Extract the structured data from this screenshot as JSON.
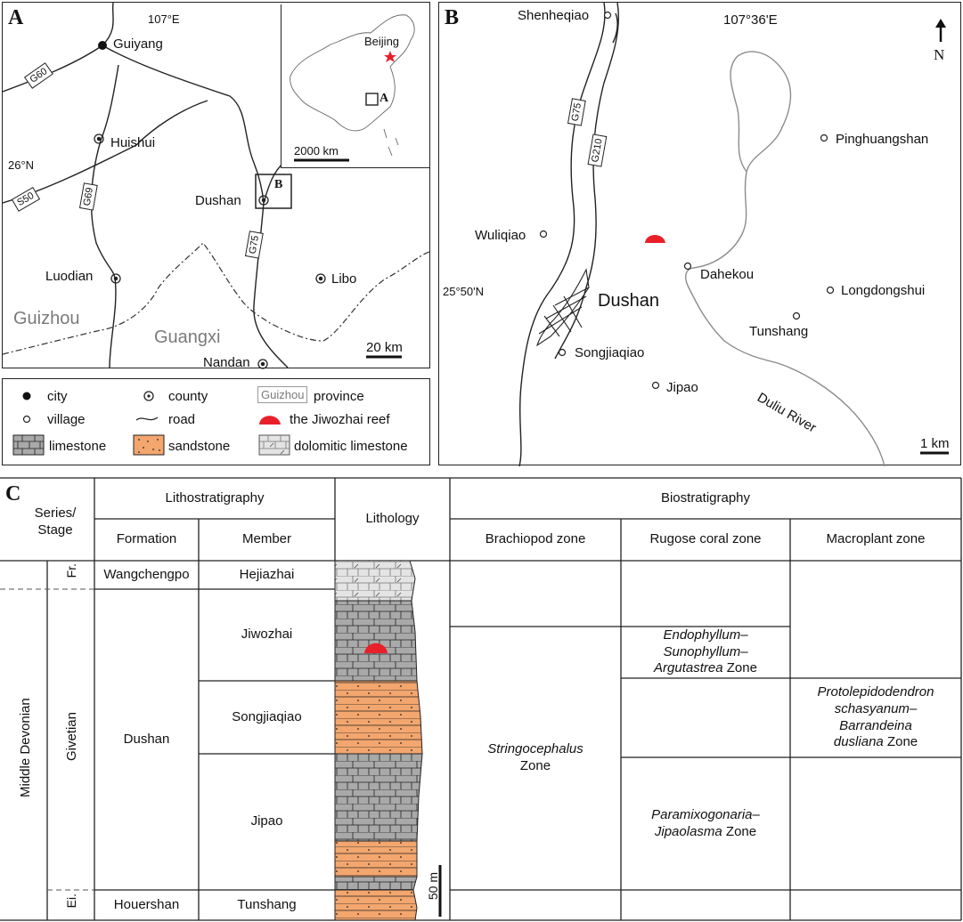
{
  "panelA": {
    "label": "A",
    "longitude": "107°E",
    "latitude": "26°N",
    "cities": [
      {
        "name": "Guiyang"
      }
    ],
    "counties": [
      {
        "name": "Huishui"
      },
      {
        "name": "Dushan"
      },
      {
        "name": "Luodian"
      },
      {
        "name": "Libo"
      },
      {
        "name": "Nandan"
      }
    ],
    "roads": [
      "G60",
      "S50",
      "G69",
      "G75"
    ],
    "provinces": [
      "Guizhou",
      "Guangxi"
    ],
    "box_label": "B",
    "scale": "20 km",
    "inset": {
      "capital": "Beijing",
      "box_label": "A",
      "scale": "2000 km"
    }
  },
  "panelB": {
    "label": "B",
    "longitude": "107°36'E",
    "latitude": "25°50'N",
    "north": "N",
    "town": "Dushan",
    "villages": [
      "Shenheqiao",
      "Wuliqiao",
      "Pinghuangshan",
      "Dahekou",
      "Longdongshui",
      "Tunshang",
      "Songjiaqiao",
      "Jipao"
    ],
    "roads": [
      "G75",
      "G210"
    ],
    "river": "Duliu River",
    "scale": "1 km"
  },
  "legend": {
    "city": "city",
    "county": "county",
    "province_box": "Guizhou",
    "province": "province",
    "village": "village",
    "road": "road",
    "reef": "the Jiwozhai reef",
    "limestone": "limestone",
    "sandstone": "sandstone",
    "dolomitic": "dolomitic limestone"
  },
  "panelC": {
    "label": "C",
    "headers": {
      "series_stage": "Series/ Stage",
      "lithostratigraphy": "Lithostratigraphy",
      "formation": "Formation",
      "member": "Member",
      "lithology": "Lithology",
      "biostratigraphy": "Biostratigraphy",
      "brachiopod": "Brachiopod zone",
      "rugose": "Rugose coral zone",
      "macroplant": "Macroplant zone"
    },
    "series": "Middle Devonian",
    "stages": {
      "fr": "Fr.",
      "givetian": "Givetian",
      "ei": "Ei."
    },
    "formations": {
      "wangchengpo": "Wangchengpo",
      "dushan": "Dushan",
      "houershan": "Houershan"
    },
    "members": {
      "hejiazhai": "Hejiazhai",
      "jiwozhai": "Jiwozhai",
      "songjiaqiao": "Songjiaqiao",
      "jipao": "Jipao",
      "tunshang": "Tunshang"
    },
    "brachiopod_zone": {
      "italic": "Stringocephalus",
      "suffix": "Zone"
    },
    "rugose_zone1": {
      "l1": "Endophyllum–",
      "l2": "Sunophyllum–",
      "l3": "Argutastrea",
      "suffix": " Zone"
    },
    "rugose_zone2": {
      "l1": "Paramixogonaria–",
      "l2": "Jipaolasma",
      "suffix": " Zone"
    },
    "macro_zone": {
      "l1": "Protolepidodendron",
      "l2": "schasyanum–",
      "l3": "Barrandeina",
      "l4": "dusliana",
      "suffix": " Zone"
    },
    "scale": "50 m"
  },
  "colors": {
    "reef": "#e8202a",
    "sandstone": "#f3a66e",
    "limestone": "#a9a9a9",
    "dolomitic": "#e4e4e4",
    "river": "#8c8c8c",
    "border": "#222222"
  }
}
